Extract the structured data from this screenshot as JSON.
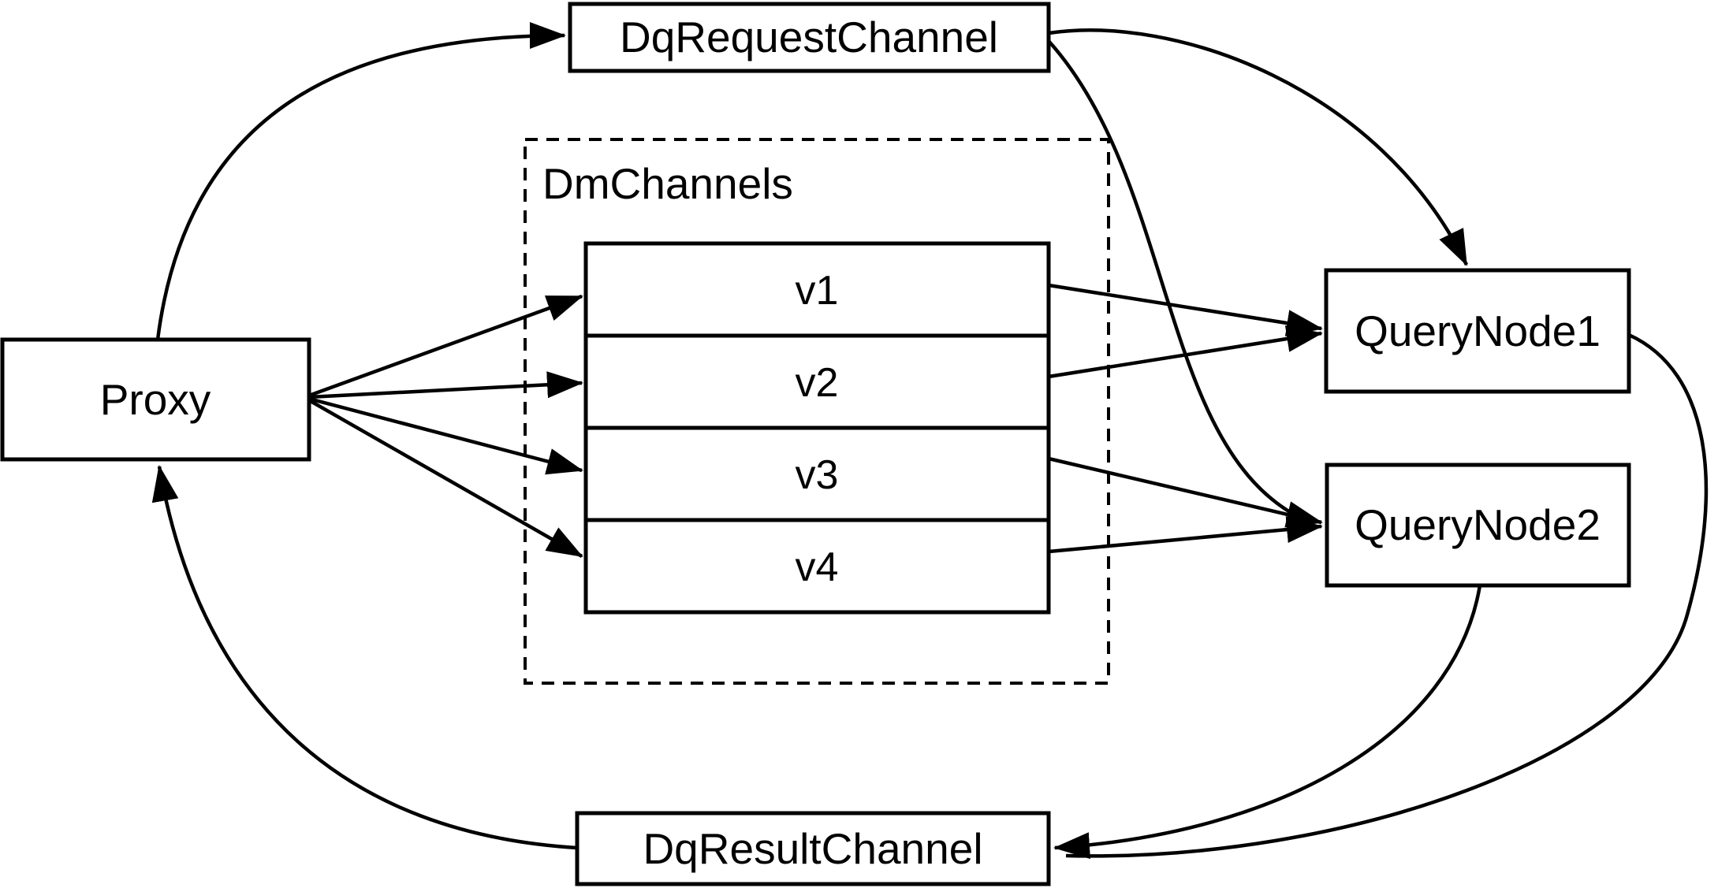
{
  "diagram": {
    "nodes": {
      "dq_request_channel": {
        "label": "DqRequestChannel"
      },
      "proxy": {
        "label": "Proxy"
      },
      "dm_channels_group": {
        "label": "DmChannels"
      },
      "channels": [
        "v1",
        "v2",
        "v3",
        "v4"
      ],
      "query_node1": {
        "label": "QueryNode1"
      },
      "query_node2": {
        "label": "QueryNode2"
      },
      "dq_result_channel": {
        "label": "DqResultChannel"
      }
    },
    "edges": [
      {
        "from": "Proxy",
        "to": "DqRequestChannel"
      },
      {
        "from": "Proxy",
        "to": "v1"
      },
      {
        "from": "Proxy",
        "to": "v2"
      },
      {
        "from": "Proxy",
        "to": "v3"
      },
      {
        "from": "Proxy",
        "to": "v4"
      },
      {
        "from": "v1",
        "to": "QueryNode1"
      },
      {
        "from": "v2",
        "to": "QueryNode1"
      },
      {
        "from": "v3",
        "to": "QueryNode2"
      },
      {
        "from": "v4",
        "to": "QueryNode2"
      },
      {
        "from": "DqRequestChannel",
        "to": "QueryNode1"
      },
      {
        "from": "DqRequestChannel",
        "to": "QueryNode2"
      },
      {
        "from": "QueryNode1",
        "to": "DqResultChannel"
      },
      {
        "from": "QueryNode2",
        "to": "DqResultChannel"
      },
      {
        "from": "DqResultChannel",
        "to": "Proxy"
      }
    ],
    "colors": {
      "stroke": "#000000",
      "background": "#ffffff"
    }
  }
}
